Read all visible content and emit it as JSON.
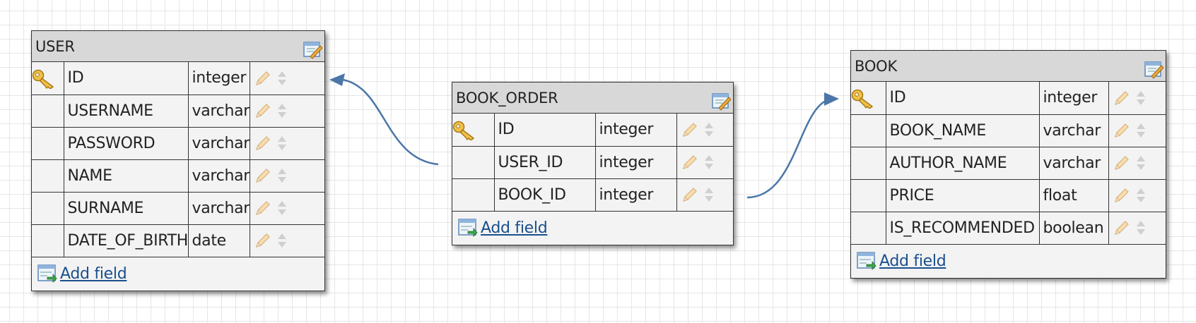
{
  "add_field_label": "Add field",
  "tables": [
    {
      "name": "USER",
      "fields": [
        {
          "name": "ID",
          "type": "integer",
          "primary_key": true
        },
        {
          "name": "USERNAME",
          "type": "varchar",
          "primary_key": false
        },
        {
          "name": "PASSWORD",
          "type": "varchar",
          "primary_key": false
        },
        {
          "name": "NAME",
          "type": "varchar",
          "primary_key": false
        },
        {
          "name": "SURNAME",
          "type": "varchar",
          "primary_key": false
        },
        {
          "name": "DATE_OF_BIRTH",
          "type": "date",
          "primary_key": false
        }
      ]
    },
    {
      "name": "BOOK_ORDER",
      "fields": [
        {
          "name": "ID",
          "type": "integer",
          "primary_key": true
        },
        {
          "name": "USER_ID",
          "type": "integer",
          "primary_key": false
        },
        {
          "name": "BOOK_ID",
          "type": "integer",
          "primary_key": false
        }
      ]
    },
    {
      "name": "BOOK",
      "fields": [
        {
          "name": "ID",
          "type": "integer",
          "primary_key": true
        },
        {
          "name": "BOOK_NAME",
          "type": "varchar",
          "primary_key": false
        },
        {
          "name": "AUTHOR_NAME",
          "type": "varchar",
          "primary_key": false
        },
        {
          "name": "PRICE",
          "type": "float",
          "primary_key": false
        },
        {
          "name": "IS_RECOMMENDED",
          "type": "boolean",
          "primary_key": false
        }
      ]
    }
  ],
  "relations": [
    {
      "from": "BOOK_ORDER.USER_ID",
      "to": "USER.ID"
    },
    {
      "from": "BOOK_ORDER.BOOK_ID",
      "to": "BOOK.ID"
    }
  ],
  "colors": {
    "relation_line": "#4a76a8",
    "header_bg": "#d8d8d8",
    "link": "#1a4f8c"
  }
}
